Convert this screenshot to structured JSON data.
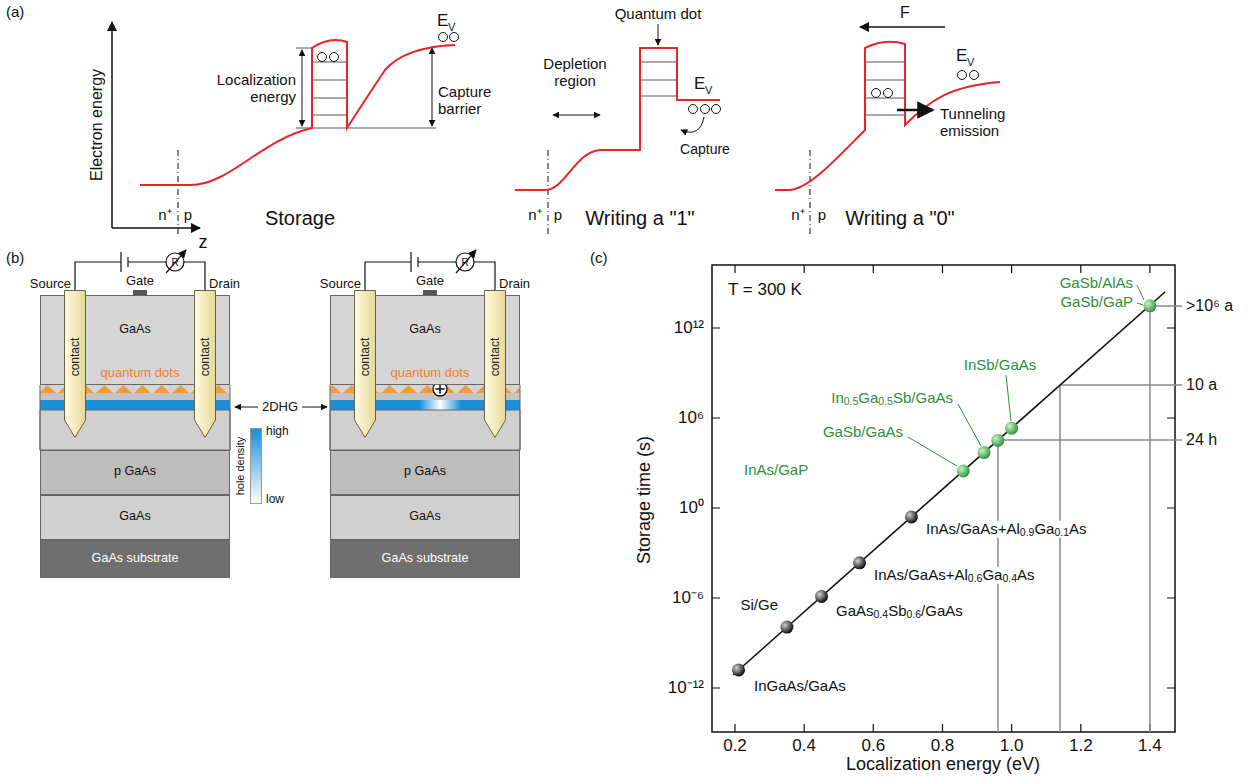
{
  "diagram": {
    "nodes": [
      {
        "text": [
          "GaAs"
        ]
      },
      {
        "text": [
          "contact"
        ]
      },
      {
        "text": [
          "contact"
        ]
      },
      {
        "text": [
          "p GaAs"
        ]
      },
      {
        "text": [
          "GaAs"
        ]
      },
      {
        "text": [
          "GaAs substrate"
        ]
      },
      {
        "text": [
          "GaAs"
        ]
      },
      {
        "text": [
          "contact"
        ]
      },
      {
        "text": [
          "contact"
        ]
      },
      {
        "text": [
          "p GaAs"
        ]
      },
      {
        "text": [
          "GaAs"
        ]
      },
      {
        "text": [
          "GaAs substrate"
        ]
      }
    ],
    "labels": [
      "(a)",
      "(b)",
      "(c)",
      "Electron energy",
      "z",
      "Localization energy",
      "Capture barrier",
      "E",
      "V",
      "n⁺",
      "p",
      "Storage",
      "Quantum dot",
      "Depletion region",
      "Capture",
      "E",
      "V",
      "n⁺",
      "p",
      "Writing a \"1\"",
      "F",
      "E",
      "V",
      "Tunneling emission",
      "n⁺",
      "p",
      "Writing a \"0\"",
      "Source",
      "Gate",
      "Drain",
      "R",
      "Source",
      "Gate",
      "Drain",
      "R",
      "quantum dots",
      "quantum dots",
      "2DHG",
      "hole density",
      "T = 300 K",
      "10¹²",
      "10⁶",
      "10⁰",
      "10⁻⁶",
      "10⁻¹²",
      "0.2",
      "0.4",
      "0.6",
      "0.8",
      "1.0",
      "1.2",
      "1.4",
      "Storage time (s)",
      "Localization energy (eV)",
      ">10⁶ a",
      "10 a",
      "24 h",
      "GaSb/AlAs",
      "GaSb/GaP",
      "InSb/GaAs",
      "In0.5Ga0.5Sb/GaAs",
      "GaSb/GaAs",
      "InAs/GaP",
      "InAs/GaAs+Al0.9Ga0.1As",
      "InAs/GaAs+Al0.6Ga0.4As",
      "GaAs0.4Sb0.6/GaAs",
      "Si/Ge",
      "InGaAs/GaAs"
    ],
    "legend": [
      {
        "text": "high",
        "color": "#1a8fd6"
      },
      {
        "text": "low",
        "color": "#ffffff"
      }
    ]
  }
}
